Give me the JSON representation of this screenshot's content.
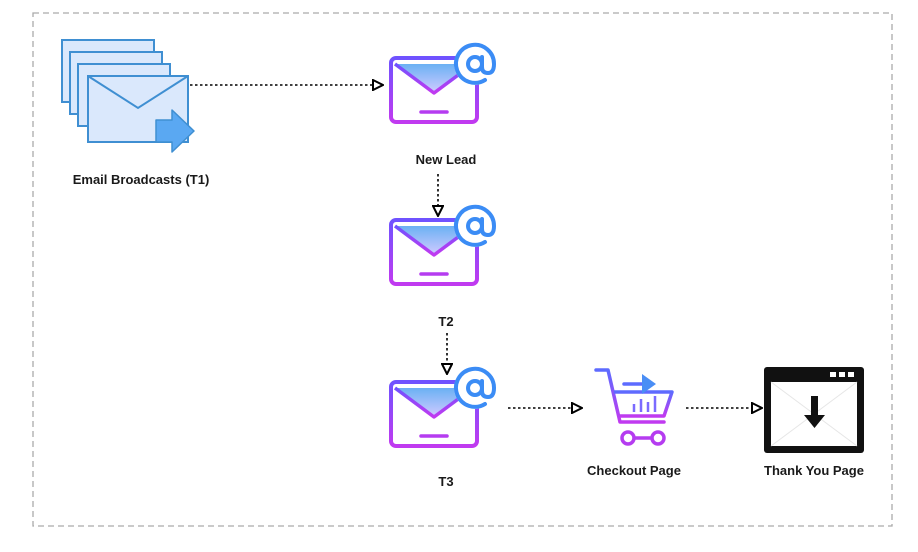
{
  "nodes": {
    "broadcasts": {
      "label": "Email Broadcasts (T1)",
      "icon": "email-stack-icon"
    },
    "new_lead": {
      "label": "New Lead",
      "icon": "email-at-icon"
    },
    "t2": {
      "label": "T2",
      "icon": "email-at-icon"
    },
    "t3": {
      "label": "T3",
      "icon": "email-at-icon"
    },
    "checkout": {
      "label": "Checkout Page",
      "icon": "shopping-cart-icon"
    },
    "thank_you": {
      "label": "Thank You Page",
      "icon": "download-page-icon"
    }
  },
  "edges": [
    {
      "from": "broadcasts",
      "to": "new_lead"
    },
    {
      "from": "new_lead",
      "to": "t2"
    },
    {
      "from": "t2",
      "to": "t3"
    },
    {
      "from": "t3",
      "to": "checkout"
    },
    {
      "from": "checkout",
      "to": "thank_you"
    }
  ],
  "colors": {
    "boundary": "#aaaaaa",
    "stack_fill": "#dae8fc",
    "stack_stroke": "#3f8fd2",
    "mail_gradient_start": "#7b4dff",
    "mail_gradient_end": "#c238f0",
    "at_sign": "#3b8cf5",
    "connector": "#000000"
  }
}
